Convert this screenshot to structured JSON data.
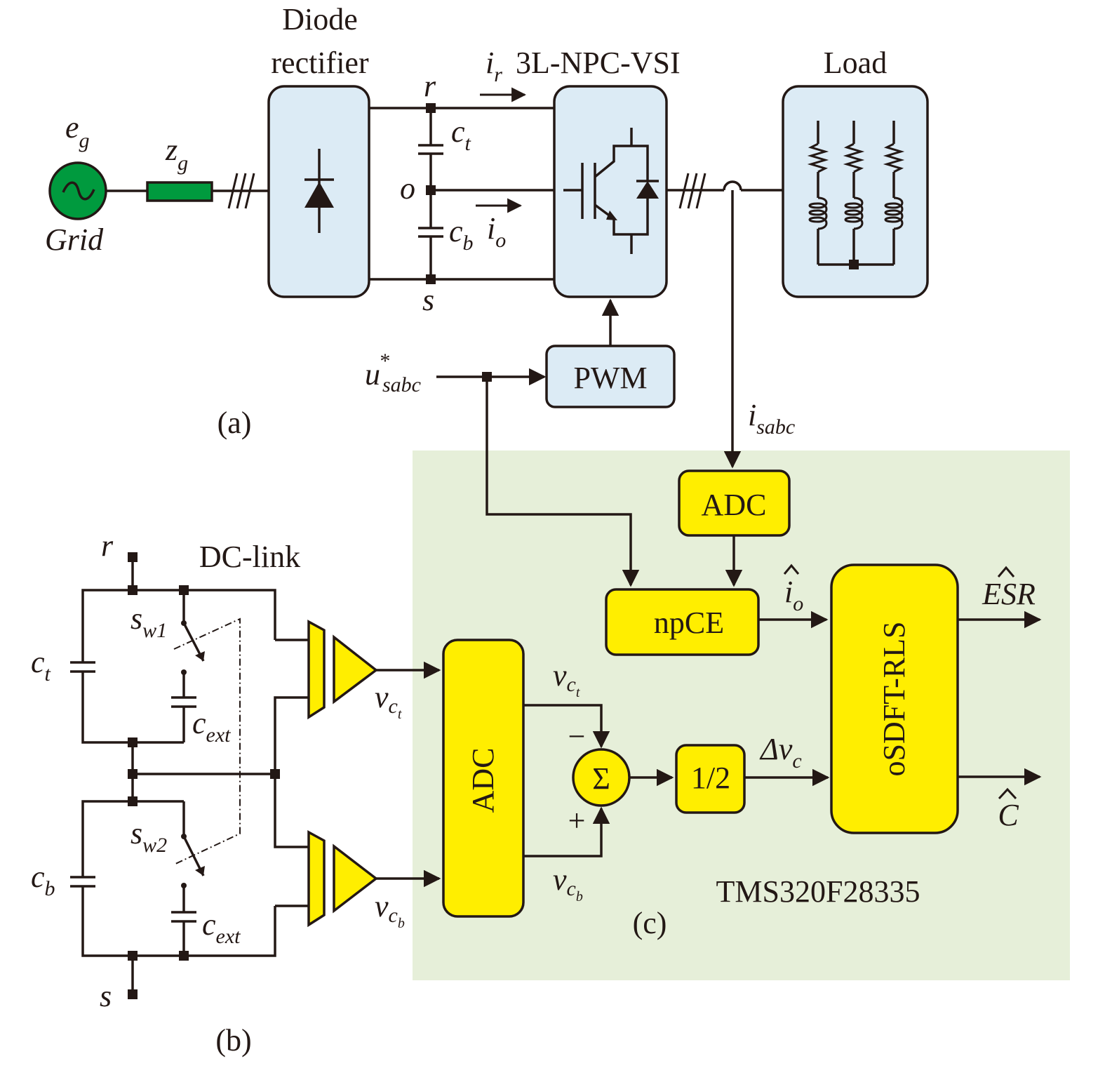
{
  "section_a": {
    "caption": "(a)",
    "grid": {
      "source_symbol": "e",
      "source_sub": "g",
      "impedance_symbol": "z",
      "impedance_sub": "g",
      "label": "Grid"
    },
    "rectifier": {
      "title_line1": "Diode",
      "title_line2": "rectifier"
    },
    "dc_bus": {
      "node_top": "r",
      "node_mid": "o",
      "node_bot": "s",
      "cap_top_symbol": "c",
      "cap_top_sub": "t",
      "cap_bot_symbol": "c",
      "cap_bot_sub": "b",
      "current_top_symbol": "i",
      "current_top_sub": "r",
      "current_mid_symbol": "i",
      "current_mid_sub": "o"
    },
    "inverter": {
      "title": "3L-NPC-VSI"
    },
    "load": {
      "title": "Load"
    },
    "pwm": {
      "label": "PWM"
    },
    "reference": {
      "symbol": "u",
      "sup": "*",
      "sub": "sabc"
    },
    "measured_current": {
      "symbol": "i",
      "sub": "sabc"
    }
  },
  "section_b": {
    "caption": "(b)",
    "title": "DC-link",
    "node_top": "r",
    "node_bot": "s",
    "cap_top_symbol": "c",
    "cap_top_sub": "t",
    "cap_bot_symbol": "c",
    "cap_bot_sub": "b",
    "switch_top_symbol": "s",
    "switch_top_sub": "w1",
    "switch_bot_symbol": "s",
    "switch_bot_sub": "w2",
    "ext_cap_symbol": "c",
    "ext_cap_sub": "ext"
  },
  "section_c": {
    "caption": "(c)",
    "dsp": "TMS320F28335",
    "adc_current": "ADC",
    "adc_voltage": "ADC",
    "npce": "npCE",
    "osdft": "oSDFT-RLS",
    "half": "1/2",
    "sum": "Σ",
    "minus": "−",
    "plus": "+",
    "io_hat_symbol": "i",
    "io_hat_sub": "o",
    "dv_symbol": "Δv",
    "dv_sub": "c",
    "vct_symbol": "v",
    "vct_sub": "c",
    "vct_subsub": "t",
    "vcb_symbol": "v",
    "vcb_sub": "c",
    "vcb_subsub": "b",
    "esr_out": "ESR",
    "c_out": "C"
  },
  "colors": {
    "ink": "#231815",
    "blue_box": "#dcebf5",
    "yellow_box": "#ffee00",
    "green_bg": "#e6efd9",
    "grid_source": "#009a3e"
  }
}
